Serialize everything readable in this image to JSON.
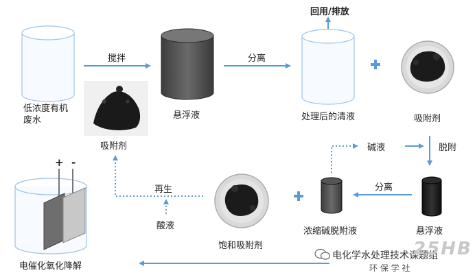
{
  "nodes": {
    "wastewater": "低浓度有机\n废水",
    "adsorbent_top": "吸附剂",
    "suspension_top": "悬浮液",
    "treated": "处理后的清液",
    "reuse": "回用/排放",
    "adsorbent_right": "吸附剂",
    "suspension_bottom": "悬浮液",
    "alkali_desorption": "浓缩碱脱附液",
    "saturated_adsorbent": "饱和吸附剂",
    "electrolysis": "电催化氧化降解"
  },
  "edges": {
    "stir": "搅拌",
    "separate_top": "分离",
    "alkali": "碱液",
    "desorb": "脱附",
    "separate_bottom": "分离",
    "regenerate": "再生",
    "acid": "酸液"
  },
  "electrode_signs": {
    "plus": "+",
    "minus": "-"
  },
  "watermark": {
    "channel": "电化学水处理技术课题组",
    "site": "环 保 学 社",
    "badge": "25HB"
  },
  "colors": {
    "arrow": "#5b9bd5",
    "cylinder_outline": "#9dc3e6"
  }
}
